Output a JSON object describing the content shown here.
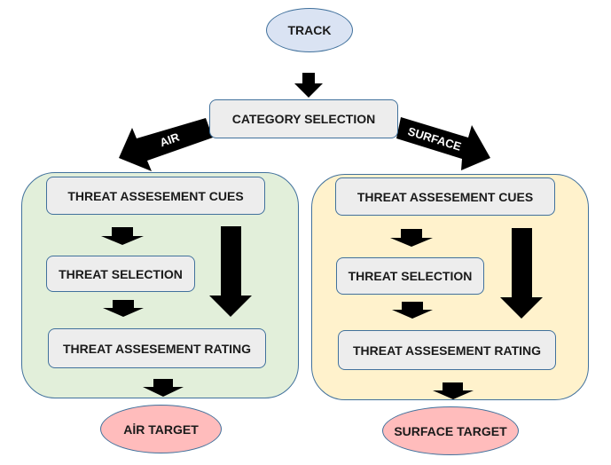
{
  "diagram": {
    "start": {
      "label": "TRACK",
      "color": "#dae3f3"
    },
    "category": {
      "label": "CATEGORY SELECTION"
    },
    "branches": [
      {
        "id": "air",
        "arrow_label": "AIR",
        "panel_color": "#e2efda",
        "steps": [
          "THREAT ASSESEMENT CUES",
          "THREAT SELECTION",
          "THREAT ASSESEMENT RATING"
        ],
        "target": {
          "label": "AİR TARGET",
          "color": "#ffbcbc"
        }
      },
      {
        "id": "surface",
        "arrow_label": "SURFACE",
        "panel_color": "#fff2cc",
        "steps": [
          "THREAT ASSESEMENT CUES",
          "THREAT SELECTION",
          "THREAT ASSESEMENT RATING"
        ],
        "target": {
          "label": "SURFACE TARGET",
          "color": "#ffbcbc"
        }
      }
    ],
    "colors": {
      "box": "#ededed",
      "border": "#41719c",
      "arrow": "#000000"
    }
  }
}
